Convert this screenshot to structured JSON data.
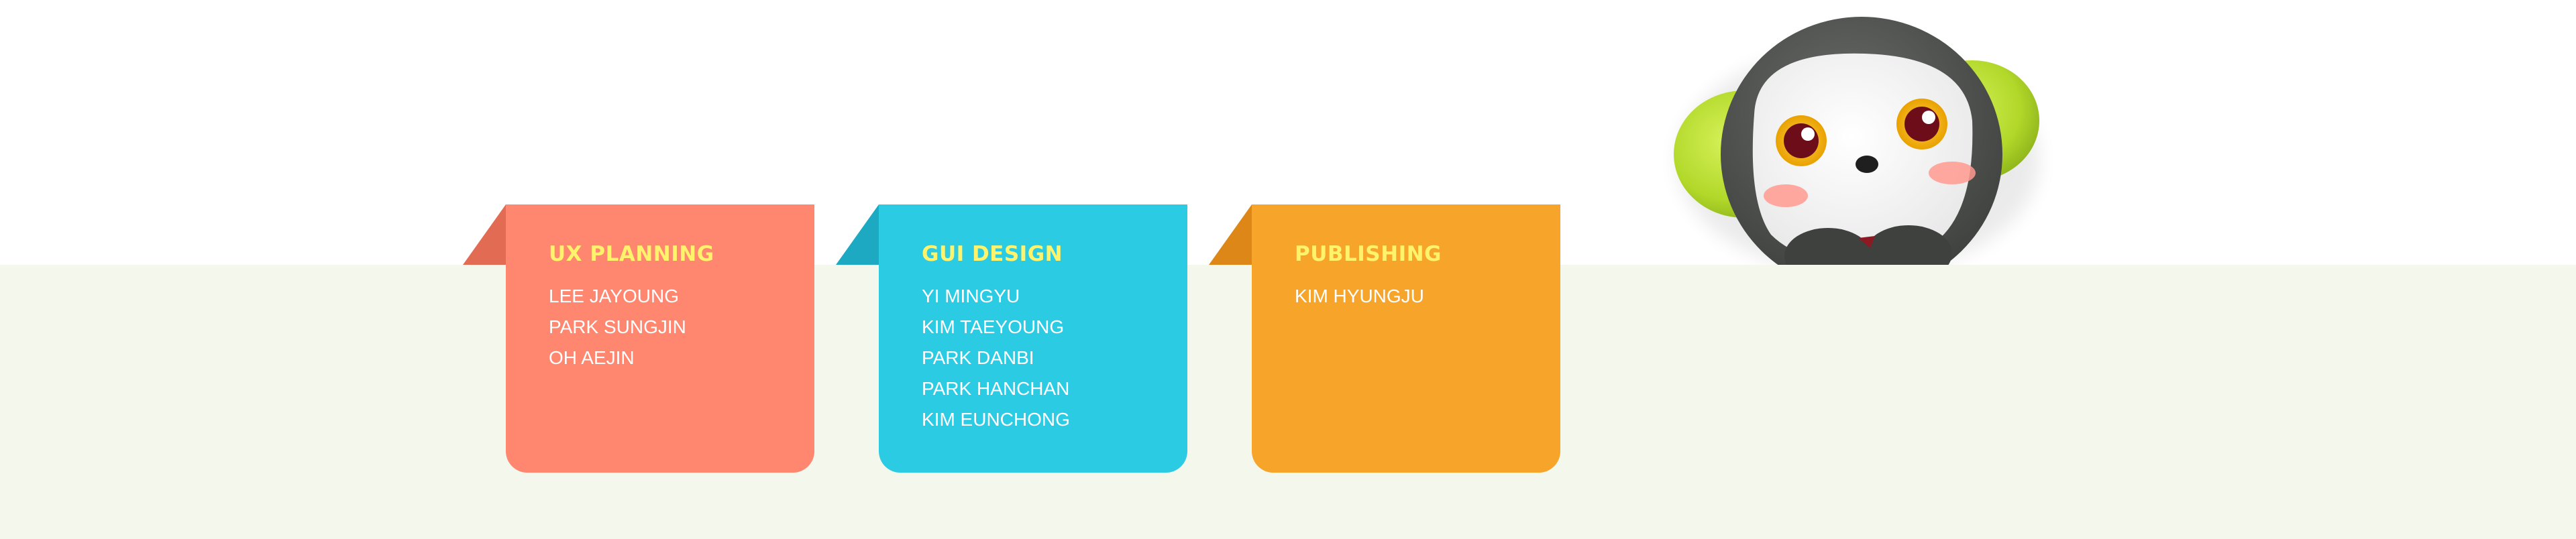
{
  "teams": [
    {
      "title": "UX PLANNING",
      "members": [
        "LEE JAYOUNG",
        "PARK SUNGJIN",
        "OH AEJIN"
      ],
      "color": "#ff866f"
    },
    {
      "title": "GUI DESIGN",
      "members": [
        "YI MINGYU",
        "KIM TAEYOUNG",
        "PARK DANBI",
        "PARK HANCHAN",
        "KIM EUNCHONG"
      ],
      "color": "#2ccbe4"
    },
    {
      "title": "PUBLISHING",
      "members": [
        "KIM HYUNGJU"
      ],
      "color": "#f7a42a"
    }
  ],
  "colors": {
    "title_text": "#fff36b",
    "ground": "#f4f8ec"
  },
  "mascot": {
    "icon": "monkey-mascot-icon"
  }
}
